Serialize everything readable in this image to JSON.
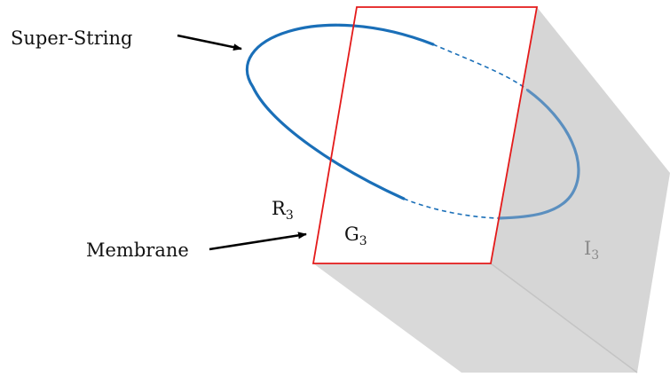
{
  "labels": {
    "super_string": "Super-String",
    "membrane": "Membrane",
    "r": "R",
    "r_sub": "3",
    "g": "G",
    "g_sub": "3",
    "i": "I",
    "i_sub": "3"
  },
  "colors": {
    "string": "#1a6fb8",
    "string_back": "#5b8fbf",
    "membrane": "#e41a1a",
    "bulk": "#d6d6d6",
    "bulk_edge": "#c4c4c4",
    "arrow": "#000000",
    "text": "#111111",
    "text_gray": "#8a8a8a"
  }
}
